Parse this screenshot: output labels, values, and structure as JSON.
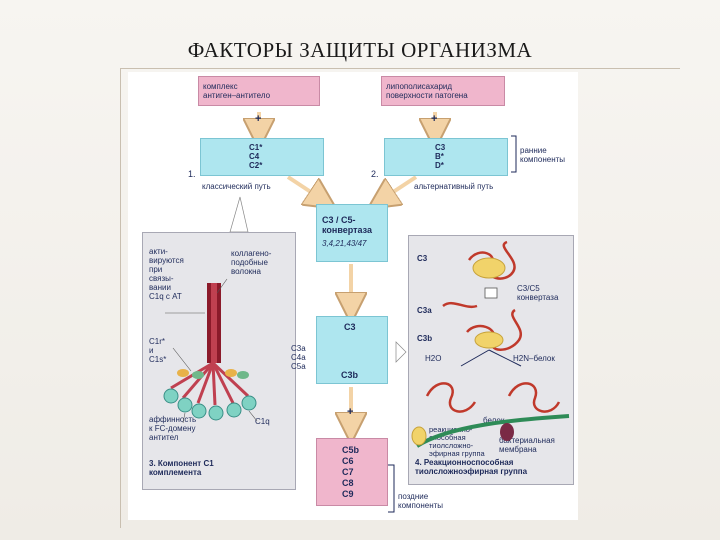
{
  "slide": {
    "title": "ФАКТОРЫ ЗАЩИТЫ ОРГАНИЗМА"
  },
  "diagram": {
    "box_complex": "комплекс\nантиген–антитело",
    "box_lps": "липополисахарид\nповерхности патогена",
    "plus": "+",
    "box_c1": "C1*\nC4\nC2*",
    "box_c3bd": "C3\nB*\nD*",
    "early_components": "ранние\nкомпоненты",
    "num1": "1.",
    "num2": "2.",
    "classical": "классический путь",
    "alternative": "альтернативный путь",
    "convertase_title": "C3 / C5-\nконвертаза",
    "convertase_sub": "3,4,21,43/47",
    "panel3": {
      "activated": "акти-\nвируются\nпри\nсвязы-\nвании\nC1q с АТ",
      "collagen": "коллагено-\nподобные\nволокна",
      "c1r_c1s": "C1r*\nи\nC1s*",
      "affinity": "аффинность\nк FC-домену\nантител",
      "c1q": "C1q",
      "caption": "3. Компонент C1\nкомплемента"
    },
    "box_c3": "C3",
    "fragments": "C3a\nC4a\nC5a",
    "c3b": "C3b",
    "box_late": "C5b\nC6\nC7\nC8\nC9",
    "late_components": "поздние\nкомпоненты",
    "panel4": {
      "c3": "C3",
      "convertase": "C3/C5\nконвертаза",
      "c3a": "C3a",
      "c3b": "C3b",
      "h2o": "H2O",
      "h2n_protein": "H2N–белок",
      "protein": "белок",
      "bacterial_membrane": "бактериальная\nмембрана",
      "legend_reactive": "реакционно-\nспособная\nтиолсложно-\nэфирная группа",
      "caption": "4. Реакционноспособная\nтиолсложноэфирная группа"
    }
  }
}
